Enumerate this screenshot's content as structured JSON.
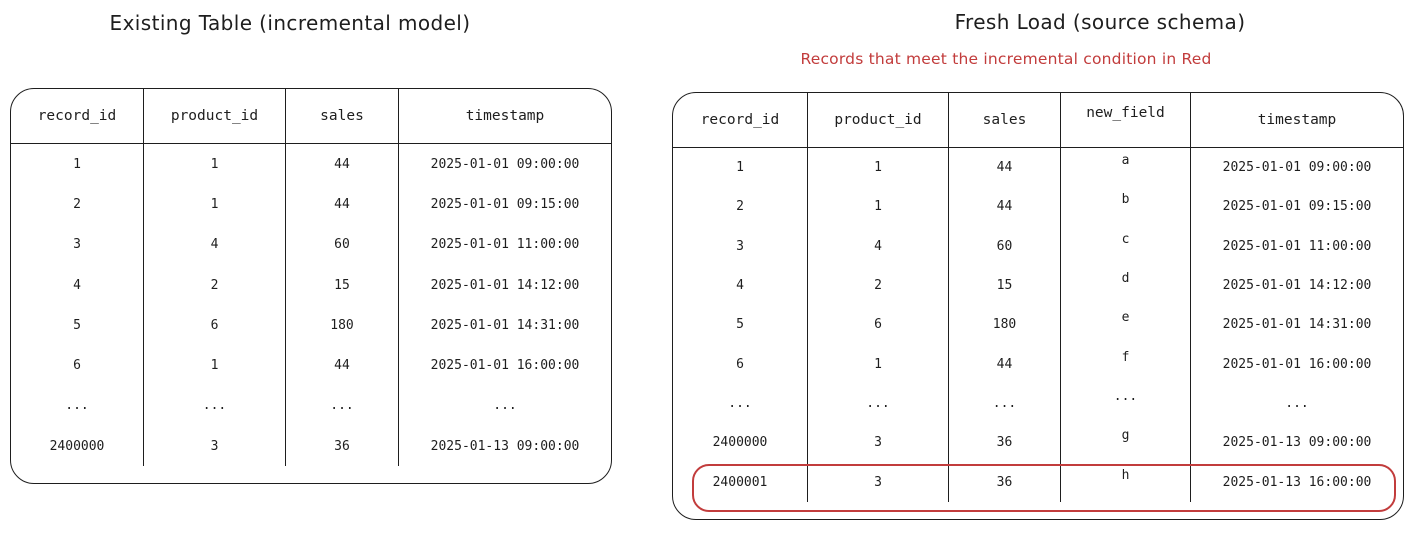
{
  "colors": {
    "stroke": "#1e1e1e",
    "red": "#c23c3c",
    "background": "#ffffff"
  },
  "left_table": {
    "title": "Existing Table (incremental model)",
    "columns": [
      "record_id",
      "product_id",
      "sales",
      "timestamp"
    ],
    "rows": [
      [
        "1",
        "1",
        "44",
        "2025-01-01 09:00:00"
      ],
      [
        "2",
        "1",
        "44",
        "2025-01-01 09:15:00"
      ],
      [
        "3",
        "4",
        "60",
        "2025-01-01 11:00:00"
      ],
      [
        "4",
        "2",
        "15",
        "2025-01-01 14:12:00"
      ],
      [
        "5",
        "6",
        "180",
        "2025-01-01 14:31:00"
      ],
      [
        "6",
        "1",
        "44",
        "2025-01-01 16:00:00"
      ],
      [
        "...",
        "...",
        "...",
        "..."
      ],
      [
        "2400000",
        "3",
        "36",
        "2025-01-13 09:00:00"
      ]
    ]
  },
  "right_table": {
    "title": "Fresh Load (source schema)",
    "subtitle": "Records that meet the incremental condition in Red",
    "columns": [
      "record_id",
      "product_id",
      "sales",
      "new_field",
      "timestamp"
    ],
    "rows": [
      [
        "1",
        "1",
        "44",
        "a",
        "2025-01-01 09:00:00"
      ],
      [
        "2",
        "1",
        "44",
        "b",
        "2025-01-01 09:15:00"
      ],
      [
        "3",
        "4",
        "60",
        "c",
        "2025-01-01 11:00:00"
      ],
      [
        "4",
        "2",
        "15",
        "d",
        "2025-01-01 14:12:00"
      ],
      [
        "5",
        "6",
        "180",
        "e",
        "2025-01-01 14:31:00"
      ],
      [
        "6",
        "1",
        "44",
        "f",
        "2025-01-01 16:00:00"
      ],
      [
        "...",
        "...",
        "...",
        "...",
        "..."
      ],
      [
        "2400000",
        "3",
        "36",
        "g",
        "2025-01-13 09:00:00"
      ],
      [
        "2400001",
        "3",
        "36",
        "h",
        "2025-01-13 16:00:00"
      ]
    ],
    "highlighted_row_index": 8
  }
}
